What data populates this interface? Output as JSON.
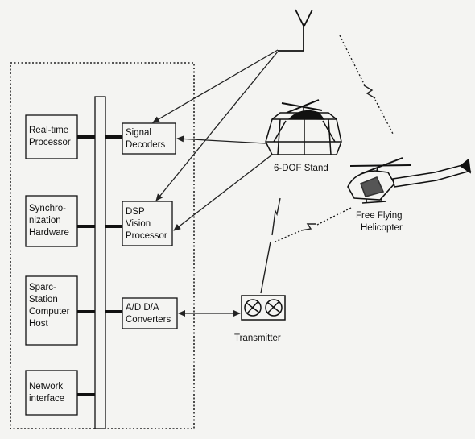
{
  "blocks": {
    "realtime": [
      "Real-time",
      "Processor"
    ],
    "sync": [
      "Synchro-",
      "nization",
      "Hardware"
    ],
    "sparc": [
      "Sparc-",
      "Station",
      "Computer",
      "Host"
    ],
    "network": [
      "Network",
      "interface"
    ],
    "signal": [
      "Signal",
      "Decoders"
    ],
    "dsp": [
      "DSP",
      "Vision",
      "Processor"
    ],
    "adda": [
      "A/D D/A",
      "Converters"
    ]
  },
  "labels": {
    "stand": "6-DOF Stand",
    "heli": [
      "Free Flying",
      "Helicopter"
    ],
    "transmitter": "Transmitter"
  },
  "colors": {
    "ink": "#111111",
    "background": "#f4f4f2"
  }
}
